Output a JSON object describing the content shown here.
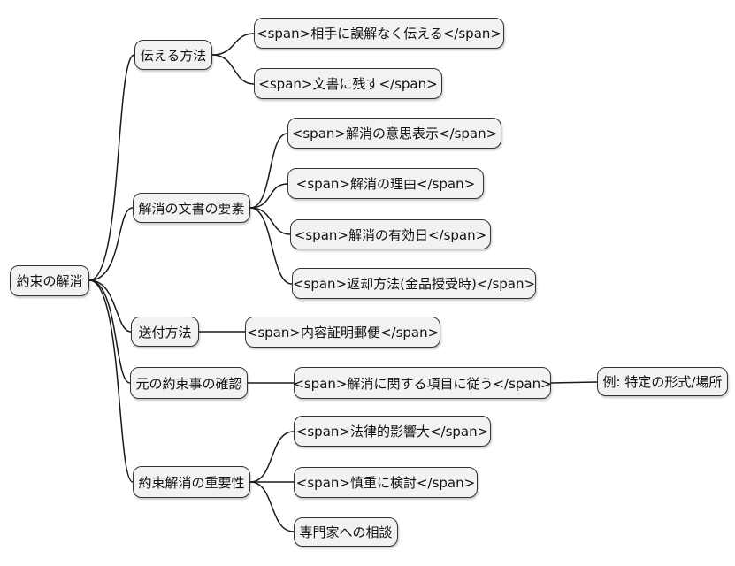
{
  "diagram": {
    "type": "mindmap",
    "background_color": "#ffffff",
    "node_fill_color": "#f2f2f2",
    "node_border_color": "#333333",
    "edge_color": "#1a1a1a"
  },
  "nodes": [
    {
      "id": "root",
      "label": "約束の解消"
    },
    {
      "id": "b1",
      "label": "伝える方法"
    },
    {
      "id": "b1-l1",
      "label": "<span>相手に誤解なく伝える</span>"
    },
    {
      "id": "b1-l2",
      "label": "<span>文書に残す</span>"
    },
    {
      "id": "b2",
      "label": "解消の文書の要素"
    },
    {
      "id": "b2-l1",
      "label": "<span>解消の意思表示</span>"
    },
    {
      "id": "b2-l2",
      "label": "<span>解消の理由</span>"
    },
    {
      "id": "b2-l3",
      "label": "<span>解消の有効日</span>"
    },
    {
      "id": "b2-l4",
      "label": "<span>返却方法(金品授受時)</span>"
    },
    {
      "id": "b3",
      "label": "送付方法"
    },
    {
      "id": "b3-l1",
      "label": "<span>内容証明郵便</span>"
    },
    {
      "id": "b4",
      "label": "元の約束事の確認"
    },
    {
      "id": "b4-l1",
      "label": "<span>解消に関する項目に従う</span>"
    },
    {
      "id": "b4-l1a",
      "label": "例: 特定の形式/場所"
    },
    {
      "id": "b5",
      "label": "約束解消の重要性"
    },
    {
      "id": "b5-l1",
      "label": "<span>法律的影響大</span>"
    },
    {
      "id": "b5-l2",
      "label": "<span>慎重に検討</span>"
    },
    {
      "id": "b5-l3",
      "label": "専門家への相談"
    }
  ],
  "tree": {
    "label": "約束の解消",
    "children": [
      {
        "label": "伝える方法",
        "children": [
          {
            "label": "<span>相手に誤解なく伝える</span>"
          },
          {
            "label": "<span>文書に残す</span>"
          }
        ]
      },
      {
        "label": "解消の文書の要素",
        "children": [
          {
            "label": "<span>解消の意思表示</span>"
          },
          {
            "label": "<span>解消の理由</span>"
          },
          {
            "label": "<span>解消の有効日</span>"
          },
          {
            "label": "<span>返却方法(金品授受時)</span>"
          }
        ]
      },
      {
        "label": "送付方法",
        "children": [
          {
            "label": "<span>内容証明郵便</span>"
          }
        ]
      },
      {
        "label": "元の約束事の確認",
        "children": [
          {
            "label": "<span>解消に関する項目に従う</span>",
            "children": [
              {
                "label": "例: 特定の形式/場所"
              }
            ]
          }
        ]
      },
      {
        "label": "約束解消の重要性",
        "children": [
          {
            "label": "<span>法律的影響大</span>"
          },
          {
            "label": "<span>慎重に検討</span>"
          },
          {
            "label": "専門家への相談"
          }
        ]
      }
    ]
  }
}
